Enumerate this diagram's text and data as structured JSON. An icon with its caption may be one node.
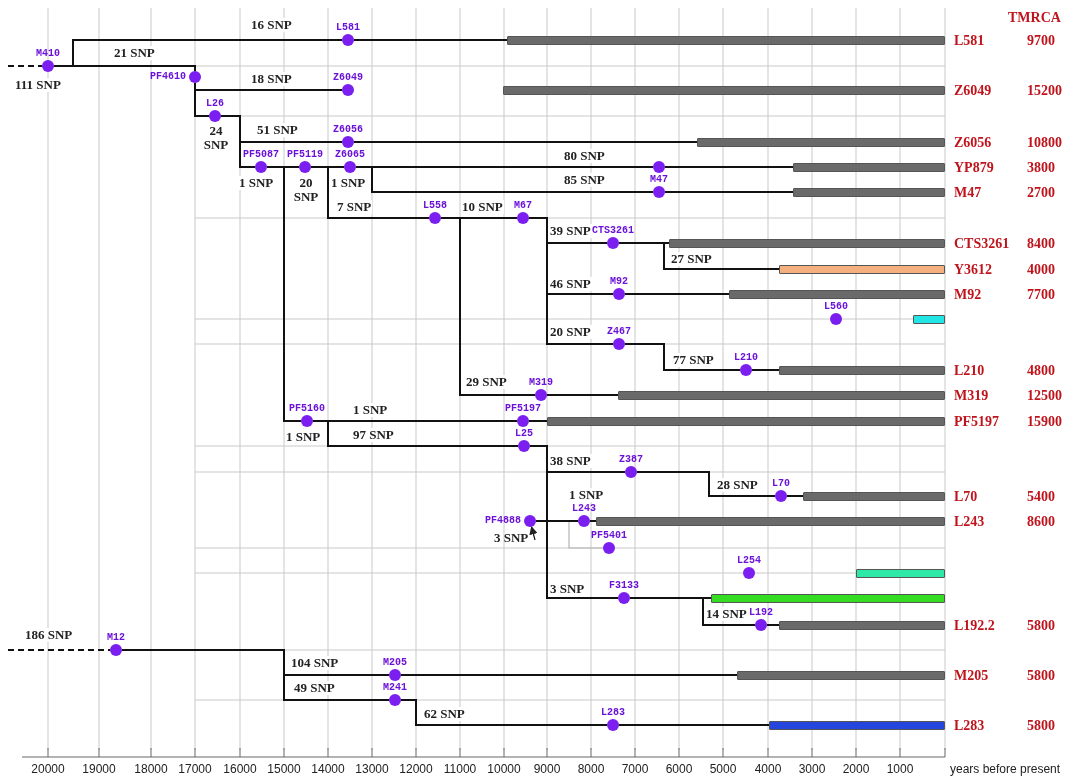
{
  "diagram": {
    "nodes": [
      {
        "text": [
          "M410"
        ]
      },
      {
        "text": [
          "L581"
        ]
      },
      {
        "text": [
          "L581"
        ]
      },
      {
        "text": [
          "PF4610"
        ]
      },
      {
        "text": [
          "Z6049"
        ]
      },
      {
        "text": [
          "Z6049"
        ]
      },
      {
        "text": [
          "L26"
        ]
      },
      {
        "text": [
          "Z6056"
        ]
      },
      {
        "text": [
          "Z6056"
        ]
      },
      {
        "text": [
          "PF5087"
        ]
      },
      {
        "text": [
          "PF5119"
        ]
      },
      {
        "text": [
          "Z6065"
        ]
      },
      {
        "text": [],
        "shape": "circle"
      },
      {
        "text": [
          "YP879"
        ]
      },
      {
        "text": [
          "M47"
        ]
      },
      {
        "text": [
          "M47"
        ]
      },
      {
        "text": [
          "L558"
        ]
      },
      {
        "text": [
          "M67"
        ]
      },
      {
        "text": [
          "CTS3261"
        ]
      },
      {
        "text": [
          "CTS3261"
        ]
      },
      {
        "text": [
          "Y3612"
        ]
      },
      {
        "text": [
          "M92"
        ]
      },
      {
        "text": [
          "M92"
        ]
      },
      {
        "text": [
          "L560"
        ]
      },
      {
        "text": [],
        "shape": "bar"
      },
      {
        "text": [
          "Z467"
        ]
      },
      {
        "text": [
          "L210"
        ]
      },
      {
        "text": [
          "L210"
        ]
      },
      {
        "text": [
          "M319"
        ]
      },
      {
        "text": [
          "M319"
        ]
      },
      {
        "text": [
          "PF5160"
        ]
      },
      {
        "text": [
          "PF5197"
        ]
      },
      {
        "text": [
          "PF5197"
        ]
      },
      {
        "text": [
          "L25"
        ]
      },
      {
        "text": [
          "Z387"
        ]
      },
      {
        "text": [
          "L70"
        ]
      },
      {
        "text": [
          "L70"
        ]
      },
      {
        "text": [
          "PF4888"
        ]
      },
      {
        "text": [
          "L243"
        ]
      },
      {
        "text": [
          "L243"
        ]
      },
      {
        "text": [
          "PF5401"
        ]
      },
      {
        "text": [
          "L254"
        ]
      },
      {
        "text": [],
        "shape": "bar"
      },
      {
        "text": [
          "F3133"
        ]
      },
      {
        "text": [],
        "shape": "bar"
      },
      {
        "text": [
          "L192"
        ]
      },
      {
        "text": [
          "L192.2"
        ]
      },
      {
        "text": [
          "M12"
        ]
      },
      {
        "text": [
          "M205"
        ]
      },
      {
        "text": [
          "M205"
        ]
      },
      {
        "text": [
          "M241"
        ]
      },
      {
        "text": [
          "L283"
        ]
      },
      {
        "text": [
          "L283"
        ]
      },
      {
        "text": [
          "3 SNP"
        ]
      }
    ],
    "edges": [
      {
        "from": null,
        "to": 0,
        "arrow": "none",
        "label": "111 SNP",
        "style": "dashed"
      },
      {
        "from": 0,
        "to": 1,
        "arrow": "none",
        "label": "16 SNP"
      },
      {
        "from": 1,
        "to": 2,
        "arrow": "none"
      },
      {
        "from": 0,
        "to": 3,
        "arrow": "none",
        "label": "21 SNP"
      },
      {
        "from": 3,
        "to": 4,
        "arrow": "none",
        "label": "18 SNP"
      },
      {
        "from": 3,
        "to": 6,
        "arrow": "none",
        "label": "24 SNP"
      },
      {
        "from": 6,
        "to": 7,
        "arrow": "none",
        "label": "51 SNP"
      },
      {
        "from": 7,
        "to": 8,
        "arrow": "none"
      },
      {
        "from": 6,
        "to": 9,
        "arrow": "none",
        "label": "1 SNP"
      },
      {
        "from": 9,
        "to": 10,
        "arrow": "none",
        "label": "20 SNP"
      },
      {
        "from": 10,
        "to": 11,
        "arrow": "none",
        "label": "1 SNP"
      },
      {
        "from": 11,
        "to": 12,
        "arrow": "none",
        "label": "80 SNP"
      },
      {
        "from": 12,
        "to": 13,
        "arrow": "none"
      },
      {
        "from": 11,
        "to": 14,
        "arrow": "none",
        "label": "85 SNP"
      },
      {
        "from": 14,
        "to": 15,
        "arrow": "none"
      },
      {
        "from": 10,
        "to": 16,
        "arrow": "none",
        "label": "7 SNP"
      },
      {
        "from": 16,
        "to": 17,
        "arrow": "none",
        "label": "10 SNP"
      },
      {
        "from": 17,
        "to": 18,
        "arrow": "none",
        "label": "39 SNP"
      },
      {
        "from": 18,
        "to": 19,
        "arrow": "none"
      },
      {
        "from": 18,
        "to": 20,
        "arrow": "none",
        "label": "27 SNP"
      },
      {
        "from": 17,
        "to": 21,
        "arrow": "none",
        "label": "46 SNP"
      },
      {
        "from": 21,
        "to": 22,
        "arrow": "none"
      },
      {
        "from": 17,
        "to": 25,
        "arrow": "none",
        "label": "20 SNP"
      },
      {
        "from": 25,
        "to": 26,
        "arrow": "none",
        "label": "77 SNP"
      },
      {
        "from": 26,
        "to": 27,
        "arrow": "none"
      },
      {
        "from": 16,
        "to": 28,
        "arrow": "none",
        "label": "29 SNP"
      },
      {
        "from": 28,
        "to": 29,
        "arrow": "none"
      },
      {
        "from": 9,
        "to": 30,
        "arrow": "none",
        "label": "1 SNP"
      },
      {
        "from": 30,
        "to": 31,
        "arrow": "none",
        "label": "1 SNP"
      },
      {
        "from": 31,
        "to": 32,
        "arrow": "none"
      },
      {
        "from": 30,
        "to": 33,
        "arrow": "none",
        "label": "97 SNP"
      },
      {
        "from": 33,
        "to": 34,
        "arrow": "none",
        "label": "38 SNP"
      },
      {
        "from": 34,
        "to": 35,
        "arrow": "none",
        "label": "28 SNP"
      },
      {
        "from": 35,
        "to": 36,
        "arrow": "none"
      },
      {
        "from": 33,
        "to": 37,
        "arrow": "none"
      },
      {
        "from": 37,
        "to": 38,
        "arrow": "none",
        "label": "1 SNP"
      },
      {
        "from": 38,
        "to": 39,
        "arrow": "none"
      },
      {
        "from": 37,
        "to": 40,
        "arrow": "none",
        "color": "#b4b4b4"
      },
      {
        "from": 33,
        "to": 43,
        "arrow": "none",
        "label": "3 SNP"
      },
      {
        "from": 43,
        "to": 44,
        "arrow": "none"
      },
      {
        "from": 43,
        "to": 45,
        "arrow": "none",
        "label": "14 SNP"
      },
      {
        "from": 45,
        "to": 46,
        "arrow": "none"
      },
      {
        "from": null,
        "to": 47,
        "arrow": "none",
        "label": "186 SNP",
        "style": "dashed"
      },
      {
        "from": 47,
        "to": 48,
        "arrow": "none",
        "label": "104 SNP"
      },
      {
        "from": 48,
        "to": 49,
        "arrow": "none"
      },
      {
        "from": 47,
        "to": 50,
        "arrow": "none",
        "label": "49 SNP"
      },
      {
        "from": 50,
        "to": 51,
        "arrow": "none",
        "label": "62 SNP"
      },
      {
        "from": 51,
        "to": 52,
        "arrow": "none"
      },
      {
        "from": 53,
        "to": 37,
        "arrow": "to"
      }
    ],
    "labels": [
      "TMRCA",
      "9700",
      "15200",
      "10800",
      "3800",
      "2700",
      "8400",
      "4000",
      "7700",
      "4800",
      "12500",
      "15900",
      "5400",
      "8600",
      "5800",
      "5800",
      "5800",
      "20000",
      "19000",
      "18000",
      "17000",
      "16000",
      "15000",
      "14000",
      "13000",
      "12000",
      "11000",
      "10000",
      "9000",
      "8000",
      "7000",
      "6000",
      "5000",
      "4000",
      "3000",
      "2000",
      "1000",
      "years before present"
    ]
  }
}
